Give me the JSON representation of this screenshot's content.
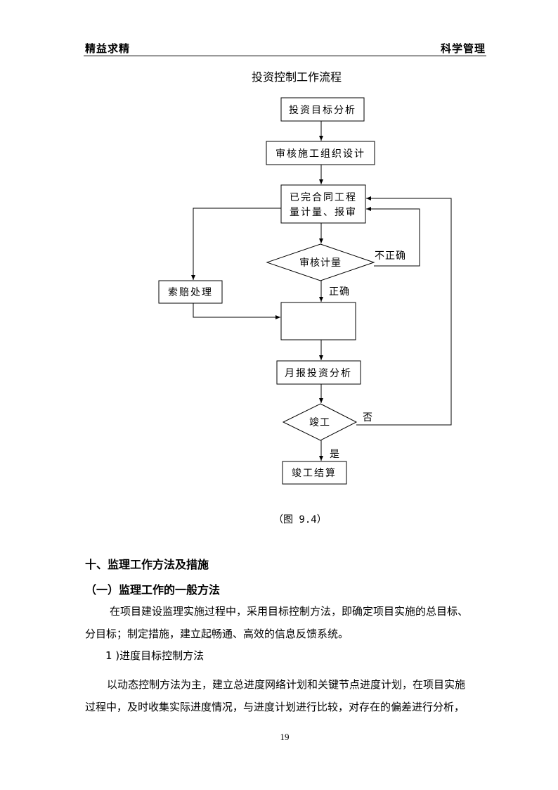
{
  "header": {
    "left": "精益求精",
    "right": "科学管理"
  },
  "title": "投资控制工作流程",
  "flowchart": {
    "n1": "投资目标分析",
    "n2": "审核施工组织设计",
    "n3_line1": "已完合同工程",
    "n3_line2": "量计量、报审",
    "d1": "审核计量",
    "d1_no": "不正确",
    "d1_yes": "正确",
    "claim": "索赔处理",
    "blank": "",
    "n5": "月报投资分析",
    "d2": "竣工",
    "d2_no": "否",
    "d2_yes": "是",
    "n6": "竣工结算"
  },
  "caption": "（图 9.4）",
  "section": {
    "h1": "十、监理工作方法及措施",
    "h2": "（一）监理工作的一般方法",
    "p1_line1": "在项目建设监理实施过程中，采用目标控制方法，即确定项目实施的总目标、",
    "p1_line2": "分目标；制定措施，建立起畅通、高效的信息反馈系统。",
    "sub1": "1 )进度目标控制方法",
    "p2_line1": "以动态控制方法为主，建立总进度网络计划和关键节点进度计划，在项目实施",
    "p2_line2": "过程中，及时收集实际进度情况，与进度计划进行比较，对存在的偏差进行分析，"
  },
  "page_number": "19"
}
